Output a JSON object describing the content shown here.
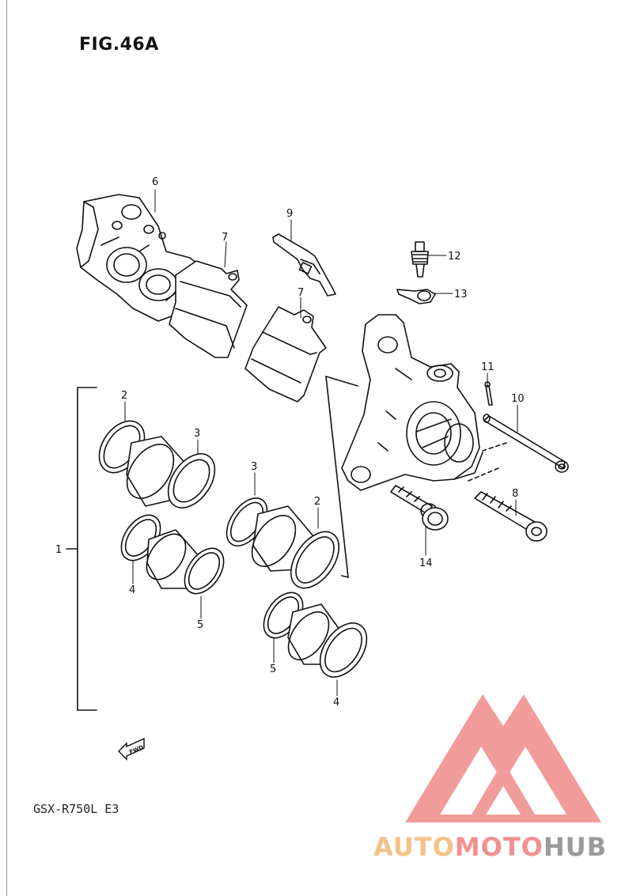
{
  "figure": {
    "title": "FIG.46A",
    "model": "GSX-R750L  E3"
  },
  "fwd_label": "FWD",
  "callouts": [
    "1",
    "2",
    "3",
    "4",
    "5",
    "2",
    "3",
    "4",
    "5",
    "6",
    "7",
    "7",
    "8",
    "9",
    "10",
    "11",
    "12",
    "13",
    "14"
  ],
  "watermark": {
    "parts": [
      "AUTO",
      "MOTO",
      "HUB"
    ],
    "colors": {
      "auto": "#f5c188",
      "moto": "#f09090",
      "hub": "#9a9a9a",
      "logo": "#f08a8a"
    }
  }
}
